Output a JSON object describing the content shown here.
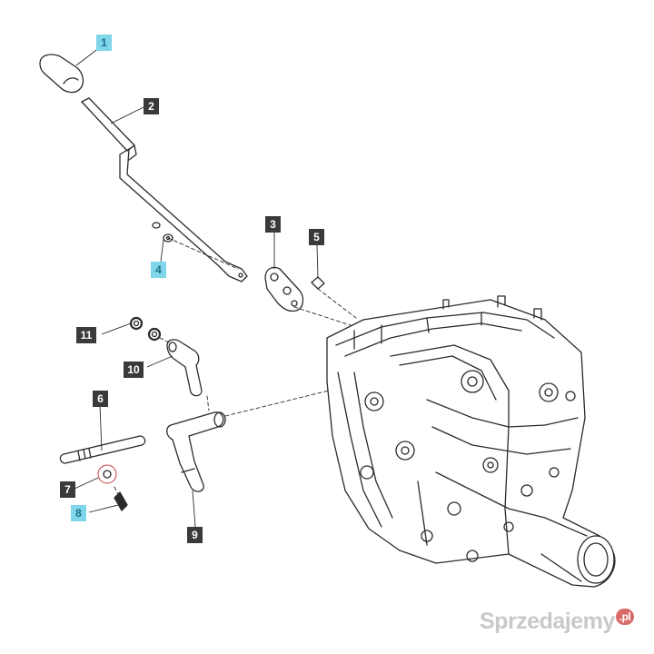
{
  "callouts": [
    {
      "label": "1",
      "style": "cyan"
    },
    {
      "label": "2",
      "style": "dark"
    },
    {
      "label": "3",
      "style": "dark"
    },
    {
      "label": "4",
      "style": "cyan"
    },
    {
      "label": "5",
      "style": "dark"
    },
    {
      "label": "6",
      "style": "dark"
    },
    {
      "label": "7",
      "style": "dark"
    },
    {
      "label": "8",
      "style": "cyan"
    },
    {
      "label": "9",
      "style": "dark"
    },
    {
      "label": "10",
      "style": "dark"
    },
    {
      "label": "11",
      "style": "dark"
    }
  ],
  "watermark": {
    "text": "Sprzedajemy",
    "suffix": ".pl"
  },
  "colors": {
    "dark_callout": "#3a3a3a",
    "cyan_callout": "#7fd6ea",
    "line_art": "#2a2a2a"
  }
}
